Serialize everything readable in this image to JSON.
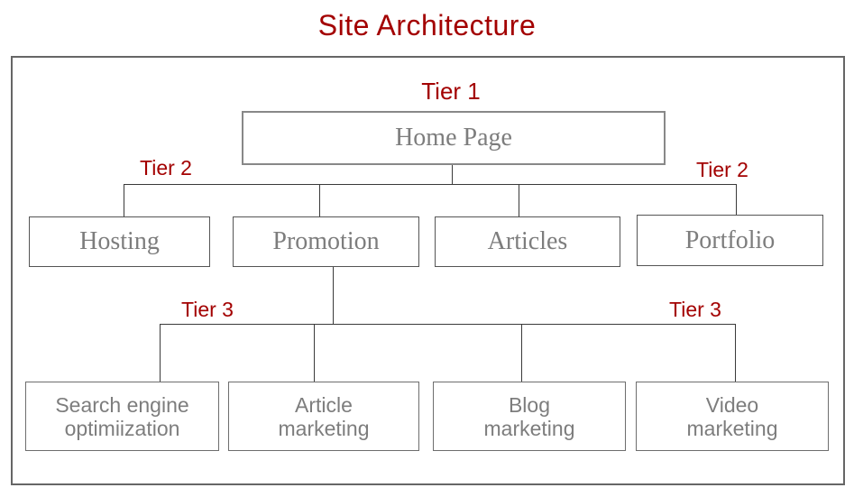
{
  "title": "Site Architecture",
  "labels": {
    "tier1": "Tier 1",
    "tier2_left": "Tier 2",
    "tier2_right": "Tier 2",
    "tier3_left": "Tier 3",
    "tier3_right": "Tier 3"
  },
  "nodes": {
    "home": "Home Page",
    "tier2": [
      "Hosting",
      "Promotion",
      "Articles",
      "Portfolio"
    ],
    "tier3": [
      {
        "line1": "Search engine",
        "line2": "optimiization"
      },
      {
        "line1": "Article",
        "line2": "marketing"
      },
      {
        "line1": "Blog",
        "line2": "marketing"
      },
      {
        "line1": "Video",
        "line2": "marketing"
      }
    ]
  },
  "colors": {
    "accent": "#A30000",
    "node_text": "#7D7D7D",
    "connector": "#3A3A3A",
    "frame_border": "#666666"
  }
}
